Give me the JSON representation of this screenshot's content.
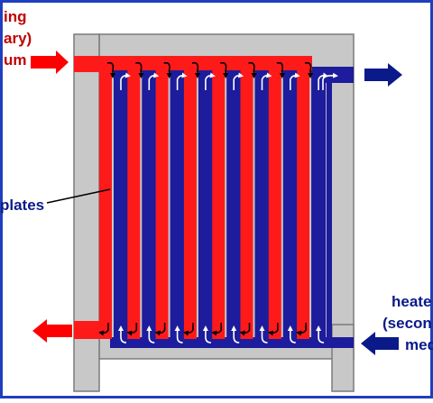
{
  "diagram": {
    "labels": {
      "primary_line1": "ing",
      "primary_line2": "ary)",
      "primary_line3": "um",
      "plates": "plates",
      "secondary_line1": "heate",
      "secondary_line2": "(secon",
      "secondary_line3": "med"
    },
    "colors": {
      "background": "#ffffff",
      "frame_border": "#1f3fbf",
      "casing": "#c8c8c8",
      "primary_channel": "#ff1a1a",
      "secondary_channel": "#1c1c9c",
      "primary_arrow": "#ff0000",
      "secondary_arrow": "#0a1a8a",
      "label_primary": "#c00000",
      "label_secondary": "#0a1a8a"
    },
    "icons": {
      "inlet_arrow": "arrow-right-icon",
      "outlet_arrow": "arrow-left-icon",
      "flow_arrow": "curved-arrow-icon"
    }
  }
}
